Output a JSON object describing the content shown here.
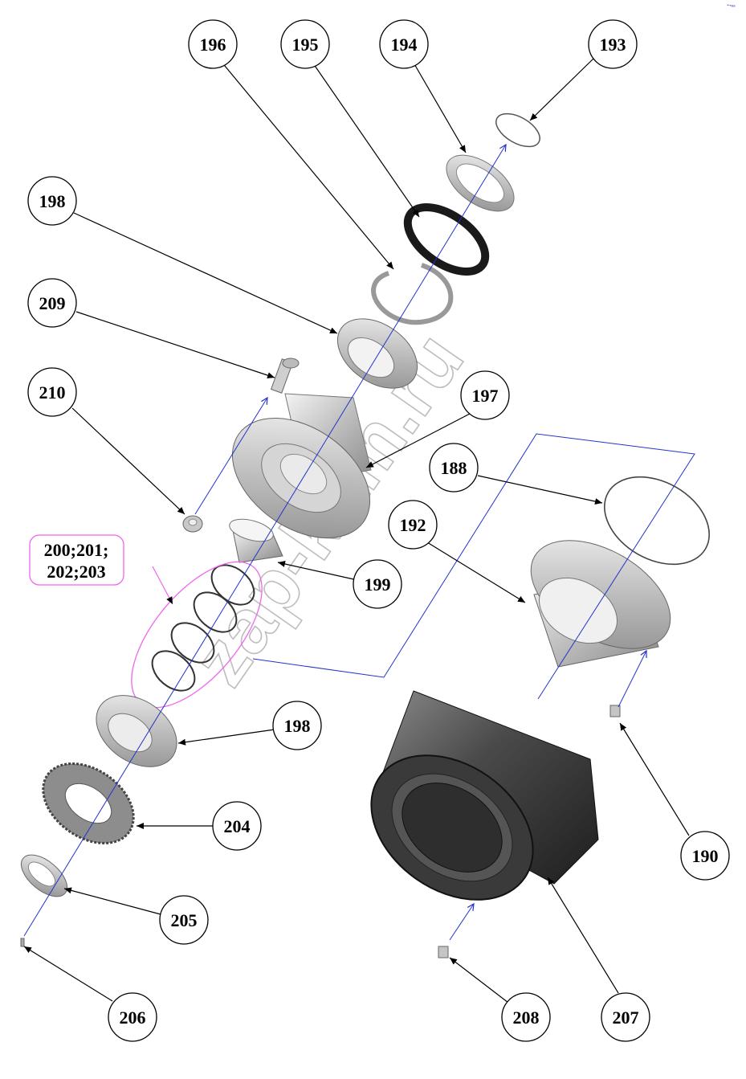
{
  "watermark": "zap-kam.ru",
  "corner_mark": "⌁ₙₐₐ",
  "group_label": {
    "line1": "200;201;",
    "line2": "202;203"
  },
  "callouts": [
    {
      "id": "c196",
      "label": "196"
    },
    {
      "id": "c195",
      "label": "195"
    },
    {
      "id": "c194",
      "label": "194"
    },
    {
      "id": "c193",
      "label": "193"
    },
    {
      "id": "c198a",
      "label": "198"
    },
    {
      "id": "c209",
      "label": "209"
    },
    {
      "id": "c210",
      "label": "210"
    },
    {
      "id": "c197",
      "label": "197"
    },
    {
      "id": "c188",
      "label": "188"
    },
    {
      "id": "c192",
      "label": "192"
    },
    {
      "id": "c199",
      "label": "199"
    },
    {
      "id": "c198b",
      "label": "198"
    },
    {
      "id": "c204",
      "label": "204"
    },
    {
      "id": "c205",
      "label": "205"
    },
    {
      "id": "c206",
      "label": "206"
    },
    {
      "id": "c190",
      "label": "190"
    },
    {
      "id": "c208",
      "label": "208"
    },
    {
      "id": "c207",
      "label": "207"
    }
  ],
  "colors": {
    "leader": "#000000",
    "axis": "#2233cc",
    "group_outline": "#ee66ee",
    "metal_light": "#d8d8d8",
    "metal_dark": "#3a3a3a"
  }
}
